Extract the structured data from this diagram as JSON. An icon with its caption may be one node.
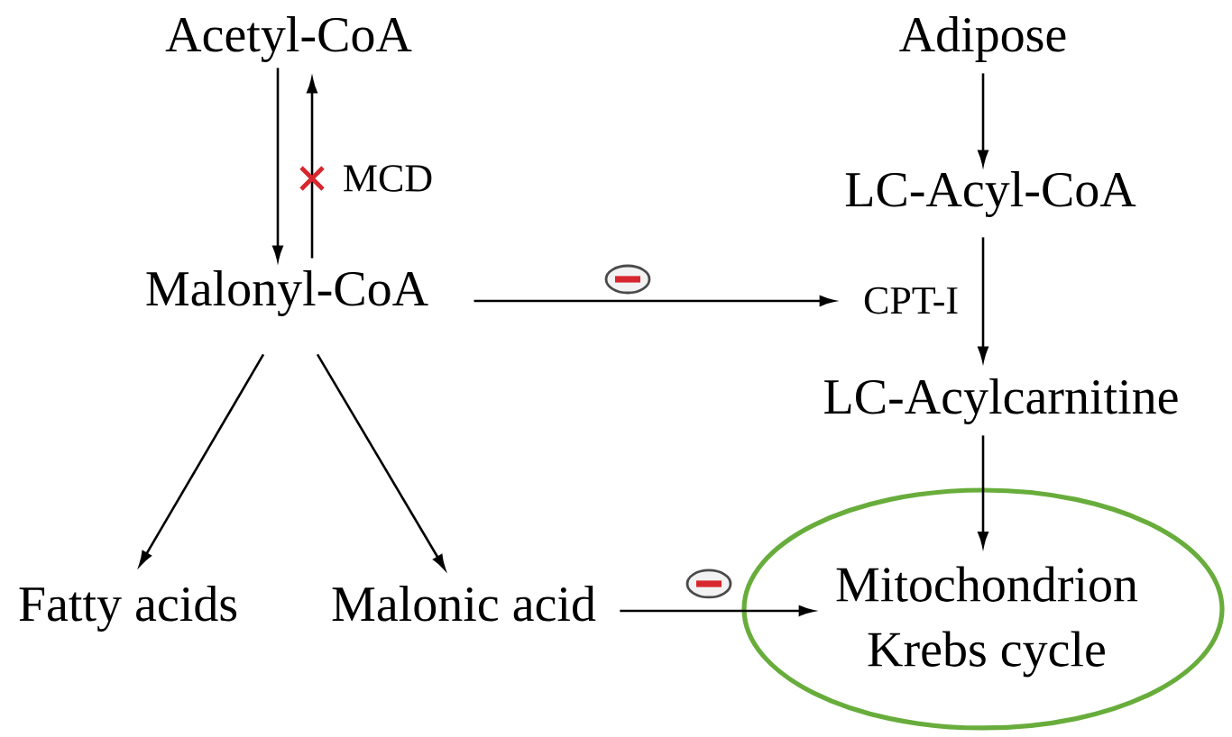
{
  "diagram": {
    "nodes": [
      {
        "text": [
          "Acetyl-CoA"
        ]
      },
      {
        "text": [
          "Adipose"
        ]
      },
      {
        "text": [
          "LC-Acyl-CoA"
        ]
      },
      {
        "text": [
          "Malonyl-CoA"
        ]
      },
      {
        "text": [
          "CPT-I"
        ]
      },
      {
        "text": [
          "LC-Acylcarnitine"
        ]
      },
      {
        "text": [
          "Fatty acids"
        ]
      },
      {
        "text": [
          "Malonic acid"
        ]
      },
      {
        "text": [],
        "shape": "ellipse"
      },
      {
        "text": [
          "Mitochondrion",
          "Krebs cycle"
        ],
        "in": 8
      }
    ],
    "edges": [
      {
        "from": 0,
        "to": 3,
        "arrow": "to"
      },
      {
        "from": 3,
        "to": 0,
        "arrow": "to",
        "label": "MCD"
      },
      {
        "from": 1,
        "to": 2,
        "arrow": "to"
      },
      {
        "from": 3,
        "to": 4,
        "arrow": "to"
      },
      {
        "from": 2,
        "to": 5,
        "arrow": "to"
      },
      {
        "from": 5,
        "to": 9,
        "arrow": "to"
      },
      {
        "from": 3,
        "to": 6,
        "arrow": "to"
      },
      {
        "from": 3,
        "to": 7,
        "arrow": "to"
      },
      {
        "from": 7,
        "to": 9,
        "arrow": "to"
      }
    ]
  }
}
